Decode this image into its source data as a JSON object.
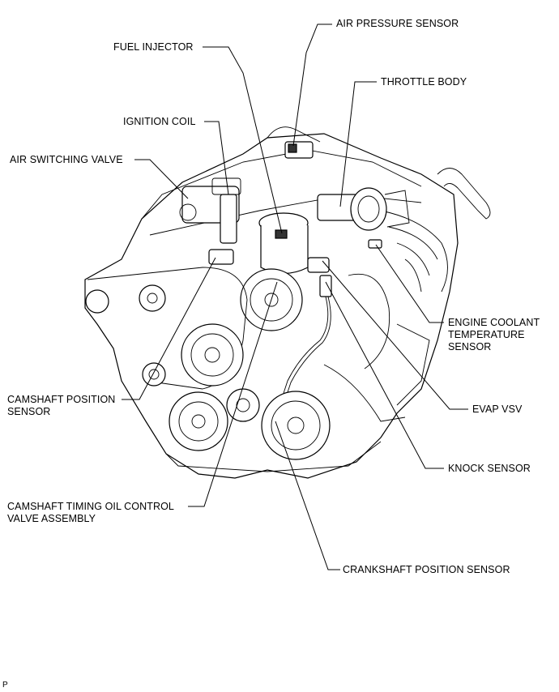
{
  "labels": {
    "air_pressure_sensor": "AIR PRESSURE SENSOR",
    "fuel_injector": "FUEL INJECTOR",
    "throttle_body": "THROTTLE BODY",
    "ignition_coil": "IGNITION COIL",
    "air_switching_valve": "AIR SWITCHING VALVE",
    "engine_coolant_temperature_sensor": "ENGINE COOLANT\nTEMPERATURE\nSENSOR",
    "camshaft_position_sensor": "CAMSHAFT POSITION\nSENSOR",
    "evap_vsv": "EVAP VSV",
    "knock_sensor": "KNOCK SENSOR",
    "camshaft_timing_oil_control_valve": "CAMSHAFT TIMING OIL CONTROL\nVALVE ASSEMBLY",
    "crankshaft_position_sensor": "CRANKSHAFT POSITION SENSOR"
  },
  "corner_mark": "P"
}
